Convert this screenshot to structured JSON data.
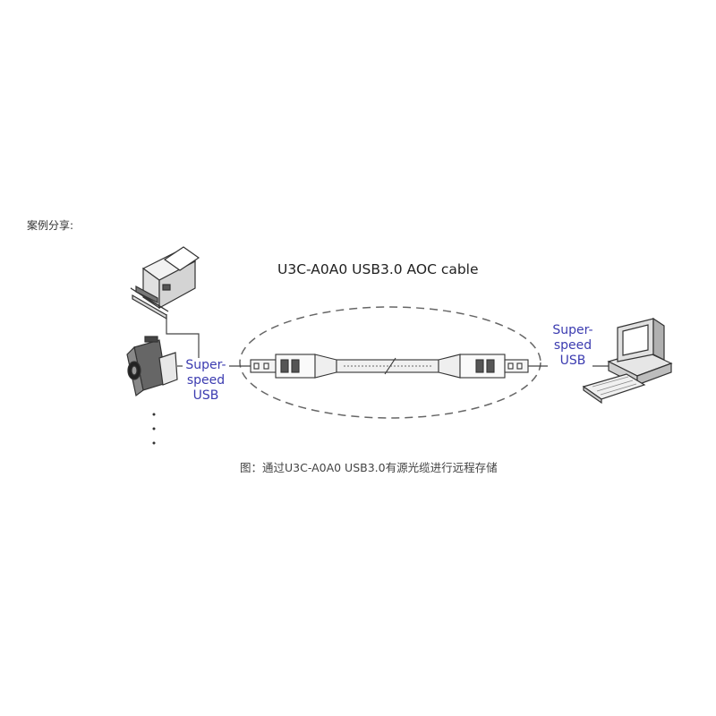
{
  "section_label": "案例分享:",
  "cable_title": "U3C-A0A0 USB3.0 AOC cable",
  "left_port_label": [
    "Super-",
    "speed",
    "USB"
  ],
  "right_port_label": [
    "Super-",
    "speed",
    "USB"
  ],
  "caption": "图：通过U3C-A0A0 USB3.0有源光缆进行远程存储",
  "colors": {
    "label_blue": "#3b3bb0",
    "line": "#555555"
  }
}
